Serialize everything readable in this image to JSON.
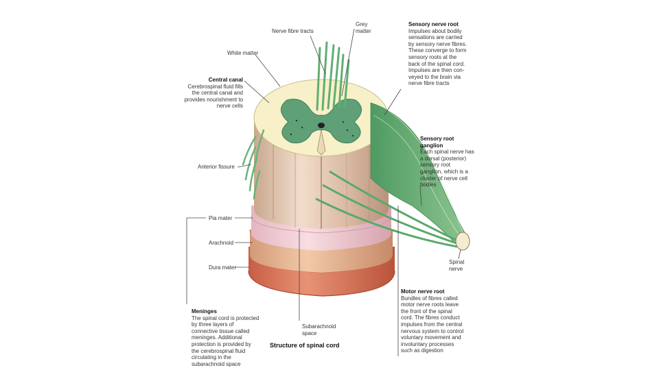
{
  "labels": {
    "nerve_fibre_tracts": "Nerve fibre tracts",
    "grey_matter": "Grey\nmatter",
    "white_matter": "White matter",
    "central_canal_title": "Central canal",
    "central_canal_body": "Cerebrospinal fluid fills\nthe central canal and\nprovides nourishment to\nnerve cells",
    "sensory_nerve_root_title": "Sensory nerve root",
    "sensory_nerve_root_body": "Impulses about bodily\nsensations are carried\nby sensory nerve fibres.\nThese converge to form\nsensory roots at the\nback of the spinal cord.\nImpulses are then con-\nveyed to the brain via\nnerve fibre tracts",
    "sensory_root_ganglion_title": "Sensory root\nganglion",
    "sensory_root_ganglion_body": "Each spinal nerve has\na dorsal (posterior)\nsensory root\nganglion, which is a\ncluster of nerve cell\nbodies",
    "anterior_fissure": "Anterior fissure",
    "pia_mater": "Pia mater",
    "arachnoid": "Arachnoid",
    "dura_mater": "Dura mater",
    "spinal_nerve": "Spinal\nnerve",
    "meninges_title": "Meninges",
    "meninges_body": "The spinal cord is protected\nby three layers of\nconnective tissue called\nmeninges. Additional\nprotection is provided by\nthe cerebrospinal fluid\ncirculating in the\nsubarachnoid space",
    "subarachnoid_space": "Subarachnoid\nspace",
    "motor_nerve_root_title": "Motor nerve root",
    "motor_nerve_root_body": "Bundles of fibres called\nmotor nerve roots leave\nthe front of the spinal\ncord. The fibres conduct\nimpulses from the central\nnervous system to control\nvoluntary movement and\ninvoluntary processes\nsuch as digestion"
  },
  "caption": "Structure of spinal cord",
  "colors": {
    "white_matter": "#f7f0c8",
    "grey_matter": "#5fa078",
    "nerve_green": "#6fb07a",
    "cord_side": "#e6cdb8",
    "pia": "#f0c8d0",
    "arachnoid": "#e8b898",
    "dura": "#d8775a",
    "leader": "#444444"
  }
}
